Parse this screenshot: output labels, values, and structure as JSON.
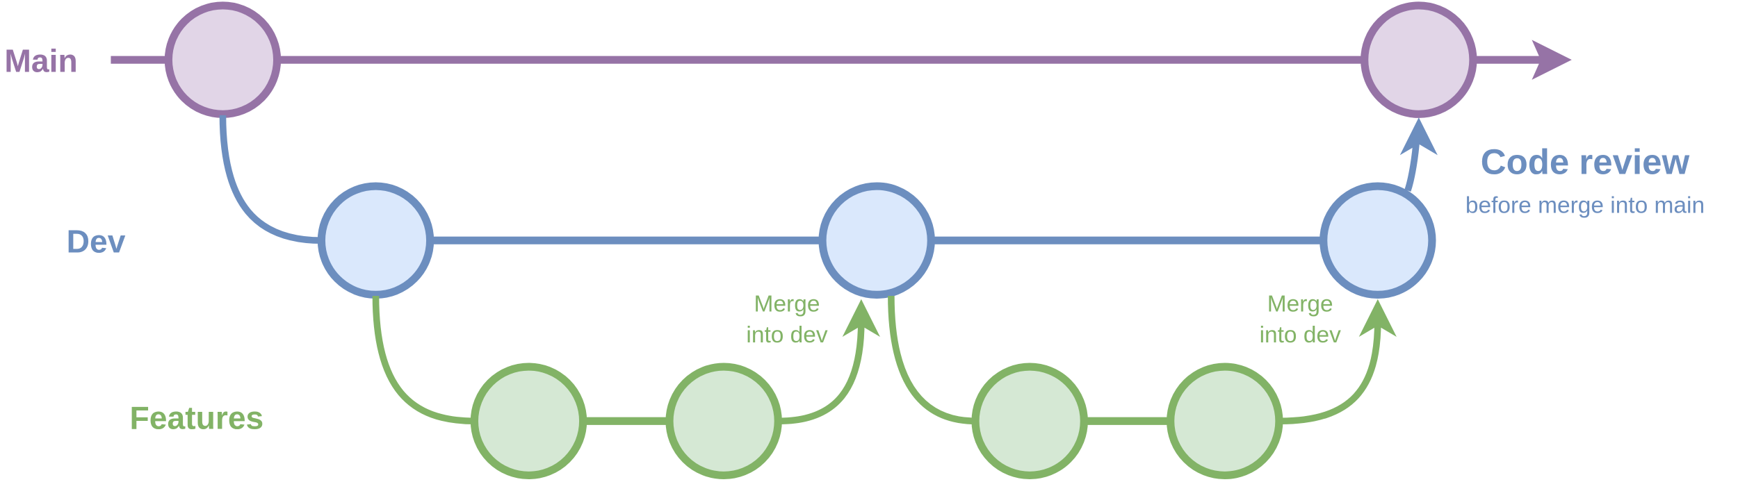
{
  "branches": {
    "main": {
      "label": "Main",
      "color": "#9673a6",
      "fill": "#e1d5e7"
    },
    "dev": {
      "label": "Dev",
      "color": "#6c8ebf",
      "fill": "#dae8fc"
    },
    "features": {
      "label": "Features",
      "color": "#82b366",
      "fill": "#d5e8d4"
    }
  },
  "annotations": {
    "merge_1": {
      "line1": "Merge",
      "line2": "into dev"
    },
    "merge_2": {
      "line1": "Merge",
      "line2": "into dev"
    },
    "code_review": {
      "title": "Code review",
      "subtitle": "before merge into main"
    }
  }
}
